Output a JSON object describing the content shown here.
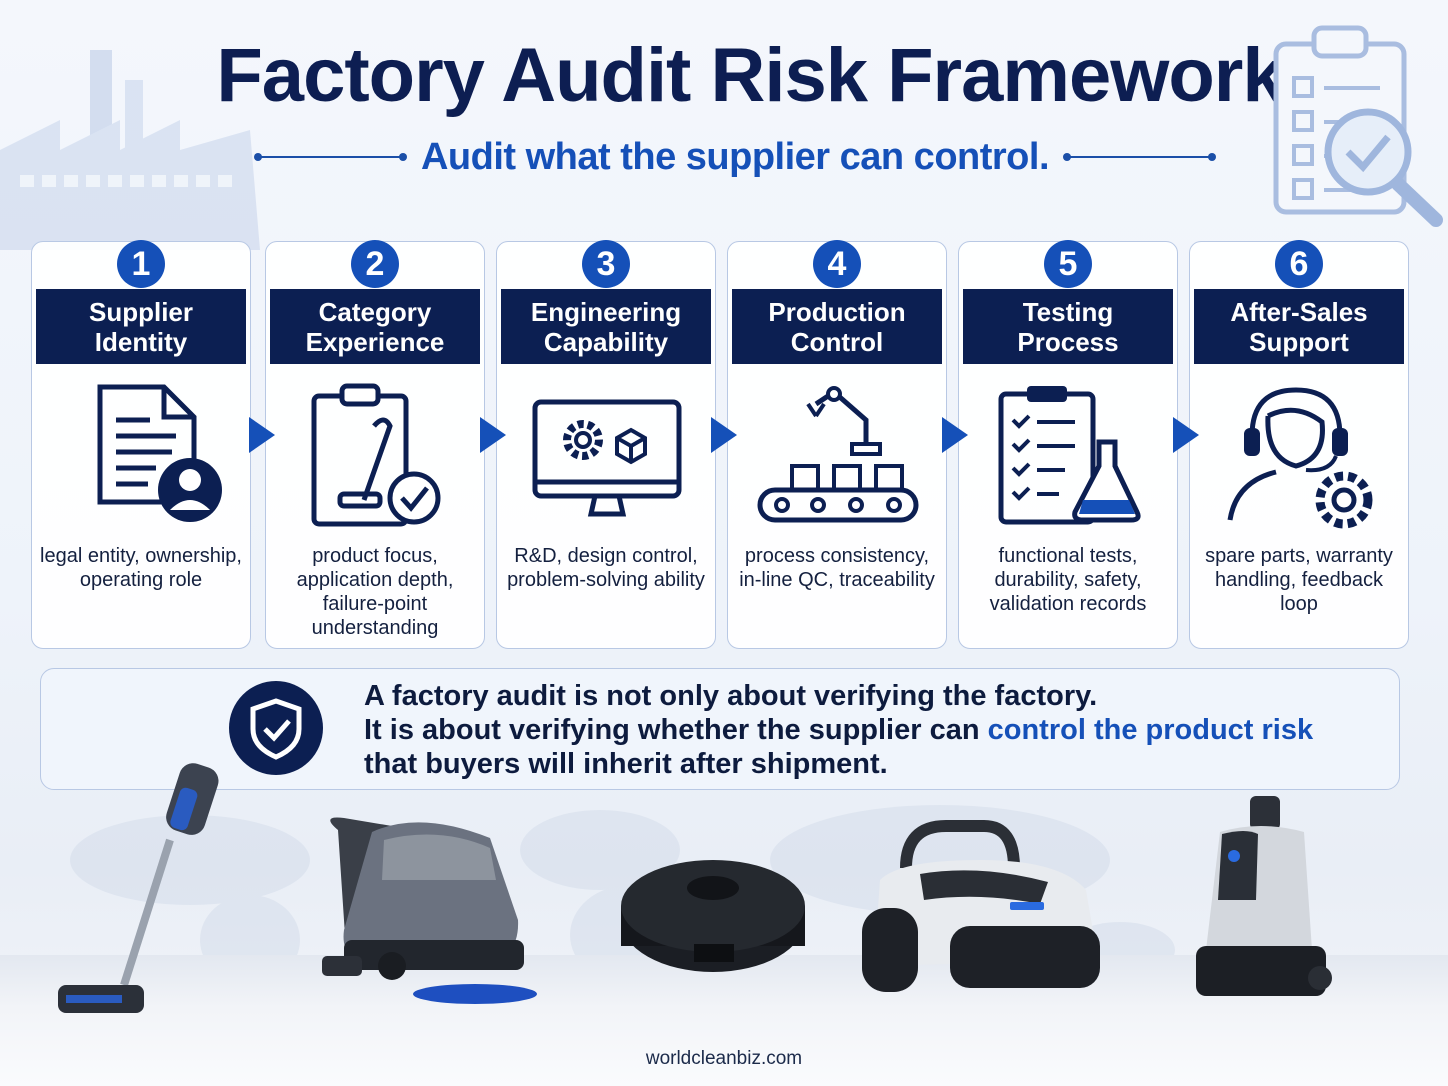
{
  "header": {
    "title": "Factory Audit Risk Framework",
    "subtitle": "Audit what the supplier can control."
  },
  "steps": [
    {
      "number": "1",
      "title": "Supplier Identity",
      "description": "legal entity, ownership, operating role",
      "icon": "document-person-icon"
    },
    {
      "number": "2",
      "title": "Category Experience",
      "description": "product focus, application depth, failure-point understanding",
      "icon": "clipboard-vacuum-icon"
    },
    {
      "number": "3",
      "title": "Engineering Capability",
      "description": "R&D, design control, problem-solving ability",
      "icon": "monitor-gear-icon"
    },
    {
      "number": "4",
      "title": "Production Control",
      "description": "process consistency, in-line QC, traceability",
      "icon": "robot-arm-conveyor-icon"
    },
    {
      "number": "5",
      "title": "Testing Process",
      "description": "functional tests, durability, safety, validation records",
      "icon": "checklist-flask-icon"
    },
    {
      "number": "6",
      "title": "After-Sales Support",
      "description": "spare parts, warranty handling, feedback loop",
      "icon": "headset-gear-icon"
    }
  ],
  "callout": {
    "line1": "A factory audit is not only about verifying the factory.",
    "line2_pre": "It is about verifying whether the supplier can ",
    "line2_highlight": "control the product risk",
    "line3": "that buyers will inherit after shipment.",
    "icon": "shield-check-icon"
  },
  "products": [
    "stick-vacuum",
    "floor-scrubber",
    "robot-vacuum",
    "pool-cleaner",
    "service-robot"
  ],
  "footer": {
    "site": "worldcleanbiz.com"
  },
  "colors": {
    "navy": "#0c1f52",
    "accent": "#1550b8",
    "border": "#b8c8e4"
  }
}
